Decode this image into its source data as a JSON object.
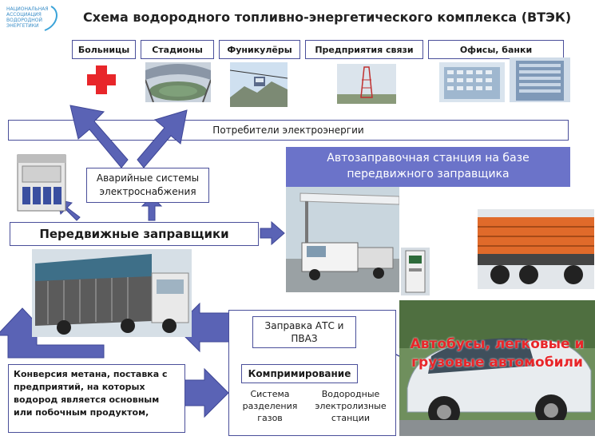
{
  "header": {
    "logo_lines": [
      "НАЦИОНАЛЬНАЯ",
      "АССОЦИАЦИЯ",
      "ВОДОРОДНОЙ",
      "ЭНЕРГЕТИКИ"
    ],
    "title": "Схема водородного топливно-энергетического комплекса (ВТЭК)"
  },
  "consumers": [
    {
      "label": "Больницы"
    },
    {
      "label": "Стадионы"
    },
    {
      "label": "Фуникулёры"
    },
    {
      "label": "Предприятия связи"
    },
    {
      "label": "Офисы, банки"
    }
  ],
  "consumers_bar": "Потребители электроэнергии",
  "emergency_box": "Аварийные системы электроснабжения",
  "mobile_stations": "Передвижные заправщики",
  "station_title": "Автозаправочная станция на базе передвижного заправщика",
  "refuel_box": "Заправка АТС и ПВАЗ",
  "compression_box": "Компримирование",
  "gas_separation": "Система разделения газов",
  "electrolysis": "Водородные электролизные станции",
  "vehicles_caption": "Автобусы, легковые и грузовые автомобили",
  "methane_text": "Конверсия метана, поставка с предприятий, на которых водород является основным или побочным продуктом,",
  "colors": {
    "arrow": "#5a63b5",
    "border": "#4a4f9a",
    "station_banner": "#6b73c9",
    "caption_red": "#e8262a"
  }
}
